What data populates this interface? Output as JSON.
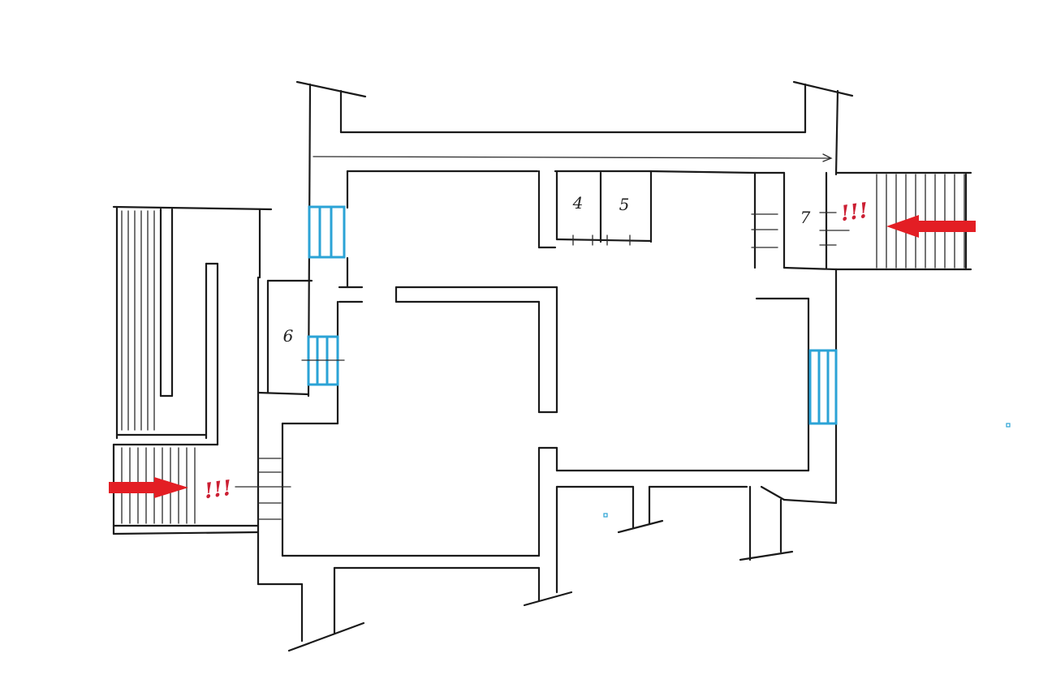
{
  "rooms": [
    {
      "id": "4",
      "label": "4"
    },
    {
      "id": "5",
      "label": "5"
    },
    {
      "id": "6",
      "label": "6"
    },
    {
      "id": "7",
      "label": "7"
    }
  ],
  "entrance_marks": [
    {
      "id": "left",
      "label": "!!!"
    },
    {
      "id": "right",
      "label": "!!!"
    }
  ],
  "colors": {
    "walls": "#1a1a1a",
    "windows": "#2ba3d6",
    "entrance_arrow": "#e31e24",
    "entrance_mark": "#cc1f33"
  }
}
